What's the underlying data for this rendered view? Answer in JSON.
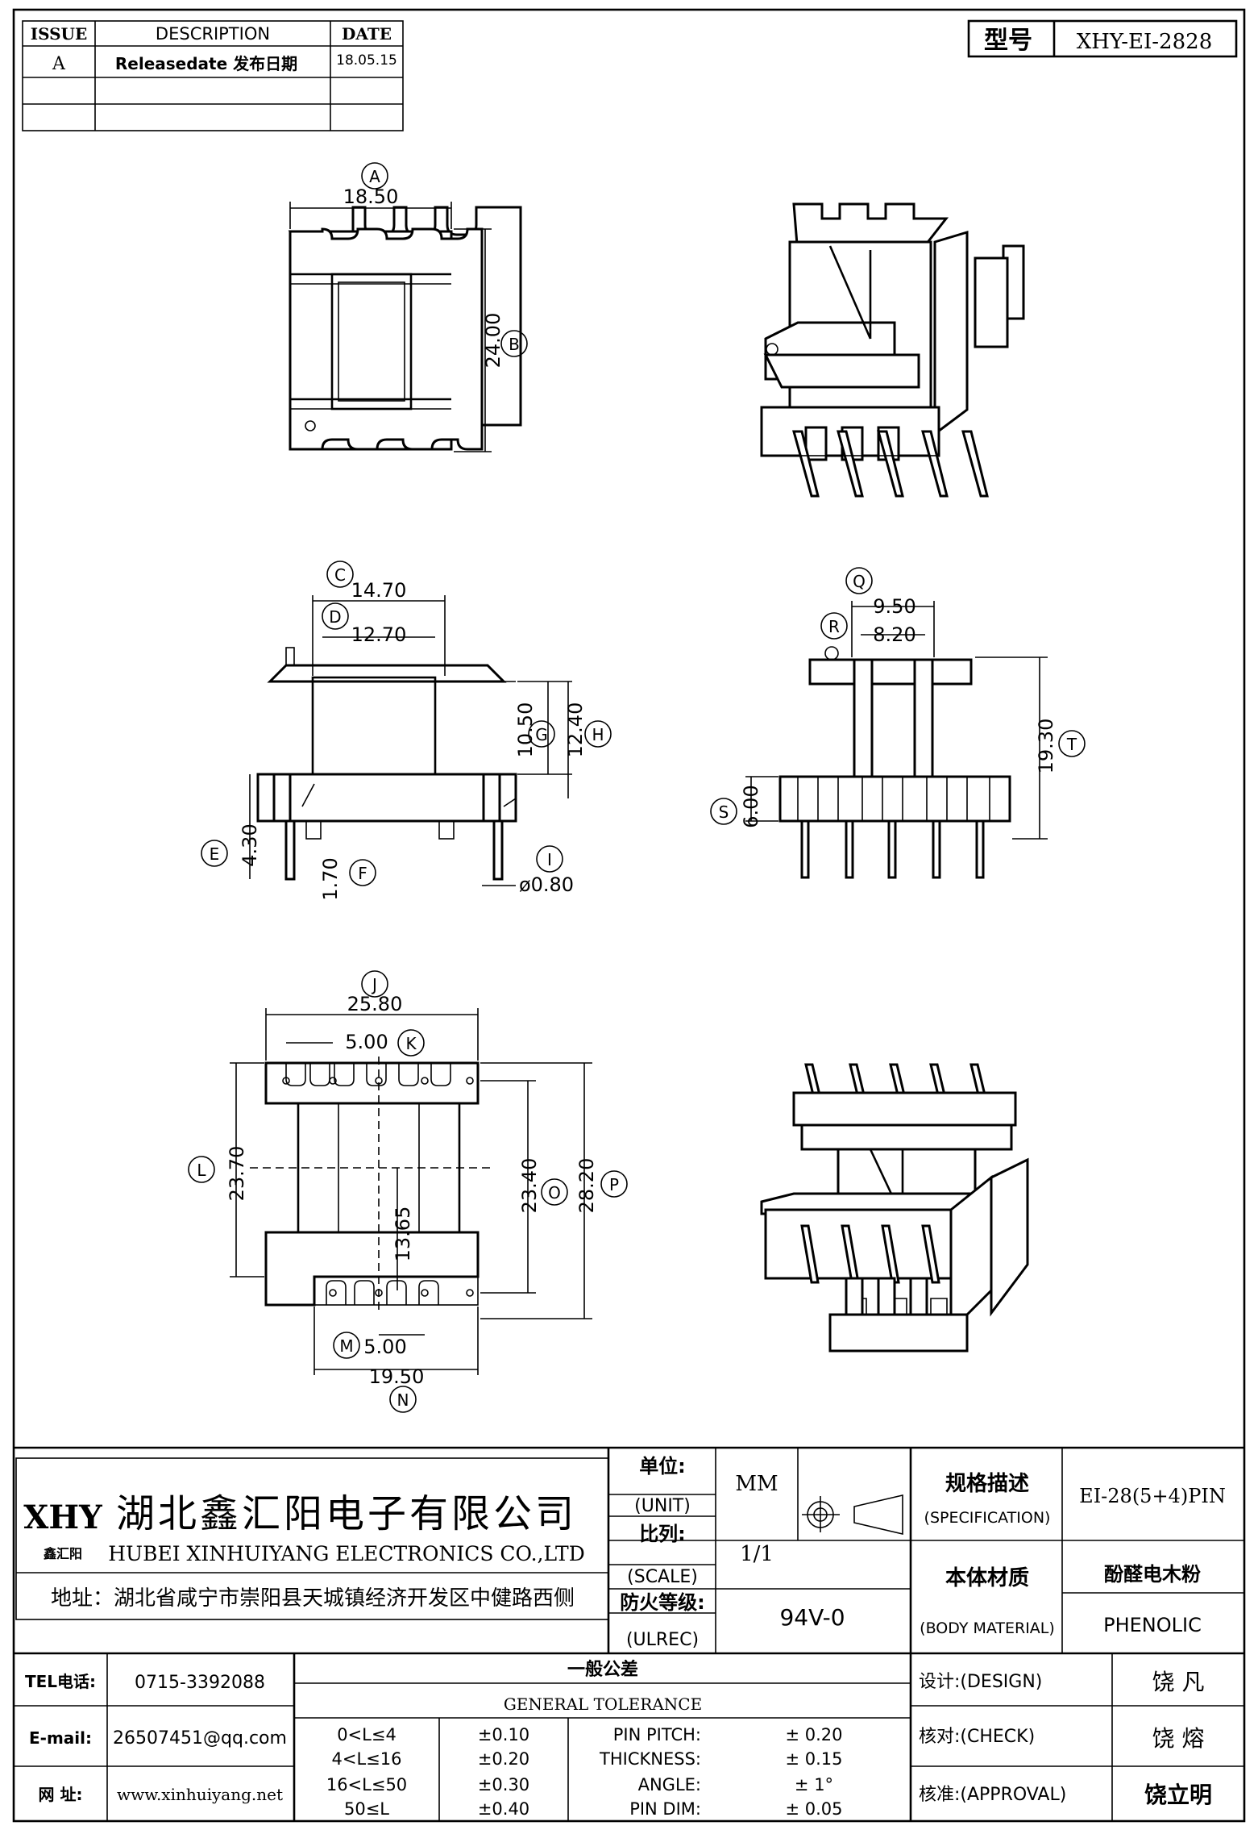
{
  "revision_table": {
    "headers": {
      "issue": "ISSUE",
      "description": "DESCRIPTION",
      "date": "DATE"
    },
    "rows": [
      {
        "issue": "A",
        "description": "Releasedate 发布日期",
        "date": "18.05.15"
      },
      {
        "issue": "",
        "description": "",
        "date": ""
      },
      {
        "issue": "",
        "description": "",
        "date": ""
      }
    ]
  },
  "model": {
    "label": "型号",
    "value": "XHY-EI-2828"
  },
  "dimensions": {
    "A": "18.50",
    "B": "24.00",
    "C": "14.70",
    "D": "12.70",
    "G": "10.50",
    "H": "12.40",
    "E": "4.30",
    "F": "1.70",
    "I": "ø0.80",
    "Q": "9.50",
    "R": "8.20",
    "T": "19.30",
    "S": "6.00",
    "J": "25.80",
    "K": "5.00",
    "L": "23.70",
    "O": "23.40",
    "P": "28.20",
    "center": "13.65",
    "M": "5.00",
    "N": "19.50"
  },
  "company": {
    "name_cn": "湖北鑫汇阳电子有限公司",
    "name_en": "HUBEI XINHUIYANG ELECTRONICS CO.,LTD",
    "address": "地址：湖北省咸宁市崇阳县天城镇经济开发区中健路西侧",
    "logo_text": "XHY",
    "logo_sub": "鑫汇阳"
  },
  "spec": {
    "unit_cn": "单位:",
    "unit_en": "(UNIT)",
    "unit_val": "MM",
    "scale_cn": "比列:",
    "scale_en": "(SCALE)",
    "scale_val": "1/1",
    "ul_cn": "防火等级:",
    "ul_en": "(ULREC)",
    "ul_val": "94V-0",
    "spec_cn": "规格描述",
    "spec_en": "(SPECIFICATION)",
    "spec_val": "EI-28(5+4)PIN",
    "material_cn": "本体材质",
    "material_en": "(BODY MATERIAL)",
    "material_val_cn": "酚醛电木粉",
    "material_val_en": "PHENOLIC"
  },
  "contact": {
    "tel_label": "TEL电话:",
    "tel": "0715-3392088",
    "email_label": "E-mail:",
    "email": "26507451@qq.com",
    "web_label": "网  址:",
    "web": "www.xinhuiyang.net"
  },
  "tolerance": {
    "title_cn": "一般公差",
    "title_en": "GENERAL TOLERANCE",
    "ranges": [
      {
        "range": "0<L≤4",
        "tol": "±0.10"
      },
      {
        "range": "4<L≤16",
        "tol": "±0.20"
      },
      {
        "range": "16<L≤50",
        "tol": "±0.30"
      },
      {
        "range": "50≤L",
        "tol": "±0.40"
      }
    ],
    "other": [
      {
        "label": "PIN PITCH:",
        "tol": "± 0.20"
      },
      {
        "label": "THICKNESS:",
        "tol": "± 0.15"
      },
      {
        "label": "ANGLE:",
        "tol": "± 1°"
      },
      {
        "label": "PIN DIM:",
        "tol": "± 0.05"
      }
    ]
  },
  "signoff": {
    "design_label": "设计:(DESIGN)",
    "design_name": "饶  凡",
    "check_label": "核对:(CHECK)",
    "check_name": "饶  熔",
    "approval_label": "核准:(APPROVAL)",
    "approval_name": "饶立明"
  }
}
